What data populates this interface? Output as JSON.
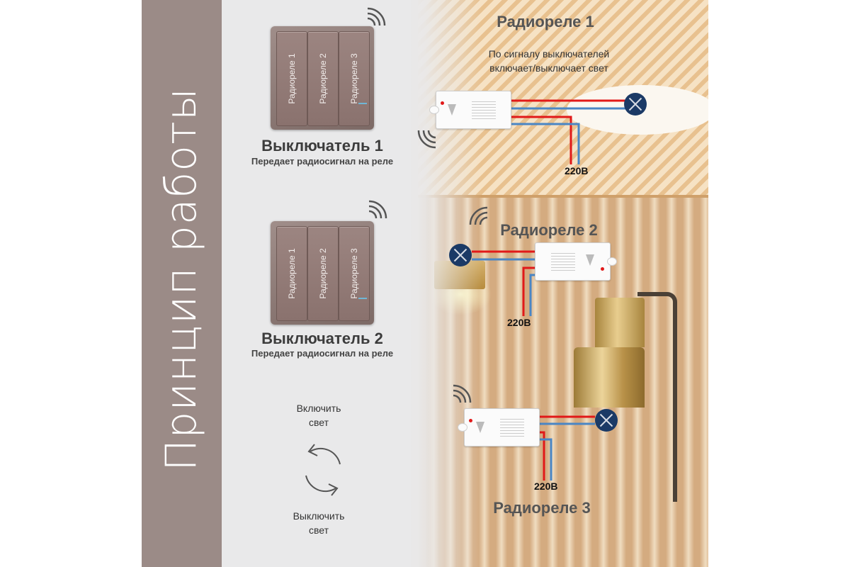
{
  "title": "Принцип работы",
  "switches": [
    {
      "title": "Выключатель 1",
      "subtitle": "Передает радиосигнал на реле",
      "keys": [
        "Радиореле 1",
        "Радиореле 2",
        "Радиореле 3"
      ]
    },
    {
      "title": "Выключатель 2",
      "subtitle": "Передает радиосигнал на реле",
      "keys": [
        "Радиореле 1",
        "Радиореле 2",
        "Радиореле 3"
      ]
    }
  ],
  "relays": [
    {
      "title": "Радиореле 1",
      "description_line1": "По сигналу выключателей",
      "description_line2": "включает/выключает свет",
      "voltage": "220В"
    },
    {
      "title": "Радиореле 2",
      "voltage": "220В"
    },
    {
      "title": "Радиореле 3",
      "voltage": "220В"
    }
  ],
  "cycle": {
    "on_line1": "Включить",
    "on_line2": "свет",
    "off_line1": "Выключить",
    "off_line2": "свет"
  },
  "colors": {
    "sidebar": "#9b8b87",
    "phase_wire": "#e11919",
    "neutral_wire": "#4a86c5",
    "bulb": "#1b3a66"
  },
  "icons": [
    "wifi-signal-icon",
    "bulb-icon",
    "cycle-arrows-icon"
  ]
}
